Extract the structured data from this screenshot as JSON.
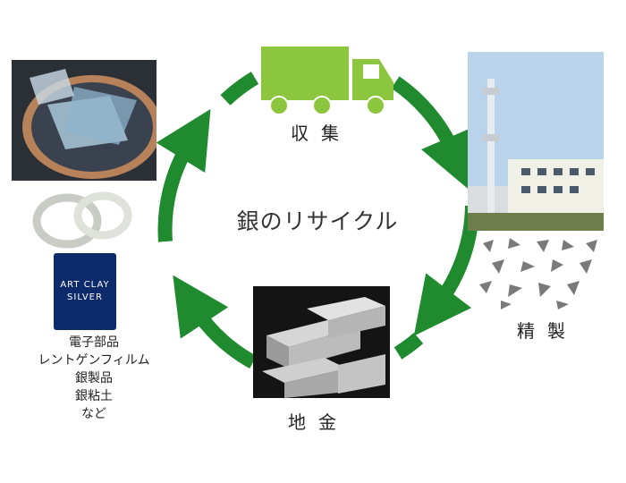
{
  "title": "銀のリサイクル",
  "stages": {
    "collect": "収集",
    "refine": "精製",
    "ingot": "地金"
  },
  "products": [
    "電子部品",
    "レントゲンフィルム",
    "銀製品",
    "銀粘土",
    "など"
  ],
  "package": {
    "line1": "ART CLAY",
    "line2": "SILVER"
  },
  "colors": {
    "arrow": "#1f8a2e",
    "truck": "#8cc63f",
    "sky": "#b9d3ea",
    "package": "#0d2b6b"
  }
}
